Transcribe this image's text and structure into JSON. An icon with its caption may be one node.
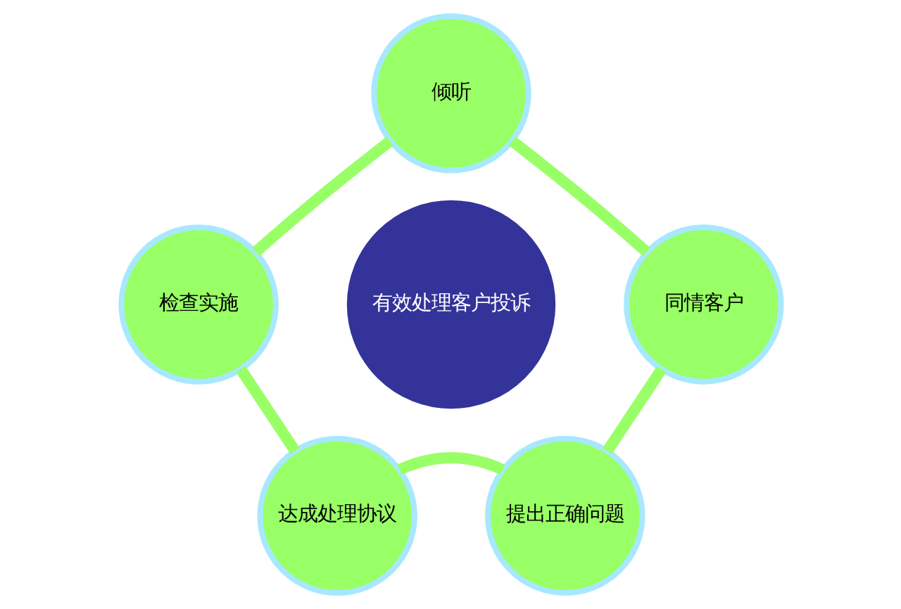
{
  "diagram": {
    "nodes": [
      {
        "text": [
          "倾听"
        ]
      },
      {
        "text": [
          "检查实施"
        ]
      },
      {
        "text": [
          "有效处理客户投诉"
        ]
      },
      {
        "text": [
          "同情客户"
        ]
      },
      {
        "text": [
          "达成处理协议"
        ]
      },
      {
        "text": [
          "提出正确问题"
        ]
      }
    ],
    "edges": [
      {
        "from": 0,
        "to": 3,
        "arrow": "none"
      },
      {
        "from": 3,
        "to": 5,
        "arrow": "none"
      },
      {
        "from": 5,
        "to": 4,
        "arrow": "none"
      },
      {
        "from": 4,
        "to": 1,
        "arrow": "none"
      },
      {
        "from": 1,
        "to": 0,
        "arrow": "none"
      }
    ]
  }
}
